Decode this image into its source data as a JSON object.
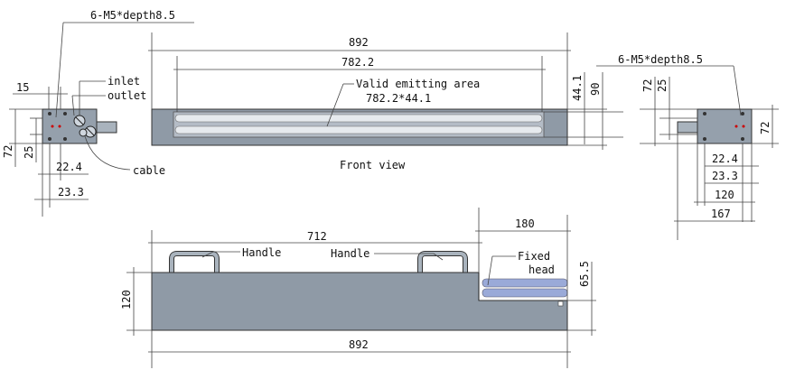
{
  "left_view": {
    "note": "6-M5*depth8.5",
    "inlet": "inlet",
    "outlet": "outlet",
    "cable": "cable",
    "dims": {
      "d15": "15",
      "d72": "72",
      "d25": "25",
      "d22_4": "22.4",
      "d23_3": "23.3"
    }
  },
  "front_view": {
    "caption": "Front view",
    "d892": "892",
    "d782_2": "782.2",
    "area_label": "Valid emitting area",
    "area_value": "782.2*44.1",
    "d44_1": "44.1",
    "d90": "90"
  },
  "right_view": {
    "note": "6-M5*depth8.5",
    "dims": {
      "d72a": "72",
      "d25": "25",
      "d72b": "72",
      "d22_4": "22.4",
      "d23_3": "23.3",
      "d120": "120",
      "d167": "167"
    }
  },
  "side_view": {
    "d712": "712",
    "d180": "180",
    "handle1": "Handle",
    "handle2": "Handle",
    "fixed1": "Fixed",
    "fixed2": "head",
    "d120": "120",
    "d65_5": "65.5",
    "d892": "892"
  },
  "colors": {
    "body": "#8f9aa6",
    "lamp": "#c7ced6",
    "lamp_blue": "#9aaad8"
  }
}
